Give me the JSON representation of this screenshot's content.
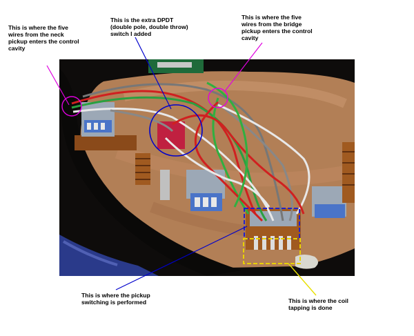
{
  "annotations": {
    "neck": "This is where the five\nwires from the neck\npickup enters the control\ncavity",
    "dpdt": "This is the extra DPDT\n(double pole, double throw)\nswitch I added",
    "bridge": "This is where the five\nwires from the bridge\npickup enters the control\ncavity",
    "switching": "This is where the pickup\nswitching is performed",
    "coil": "This is where the coil\ntapping is done"
  },
  "colors": {
    "neck_annotation": "#e000e0",
    "dpdt_annotation": "#0000cc",
    "bridge_annotation": "#e000e0",
    "switching_annotation": "#0000cc",
    "coil_annotation": "#e8e000",
    "switching_box": "#2020cc",
    "coil_box": "#e8d000"
  }
}
